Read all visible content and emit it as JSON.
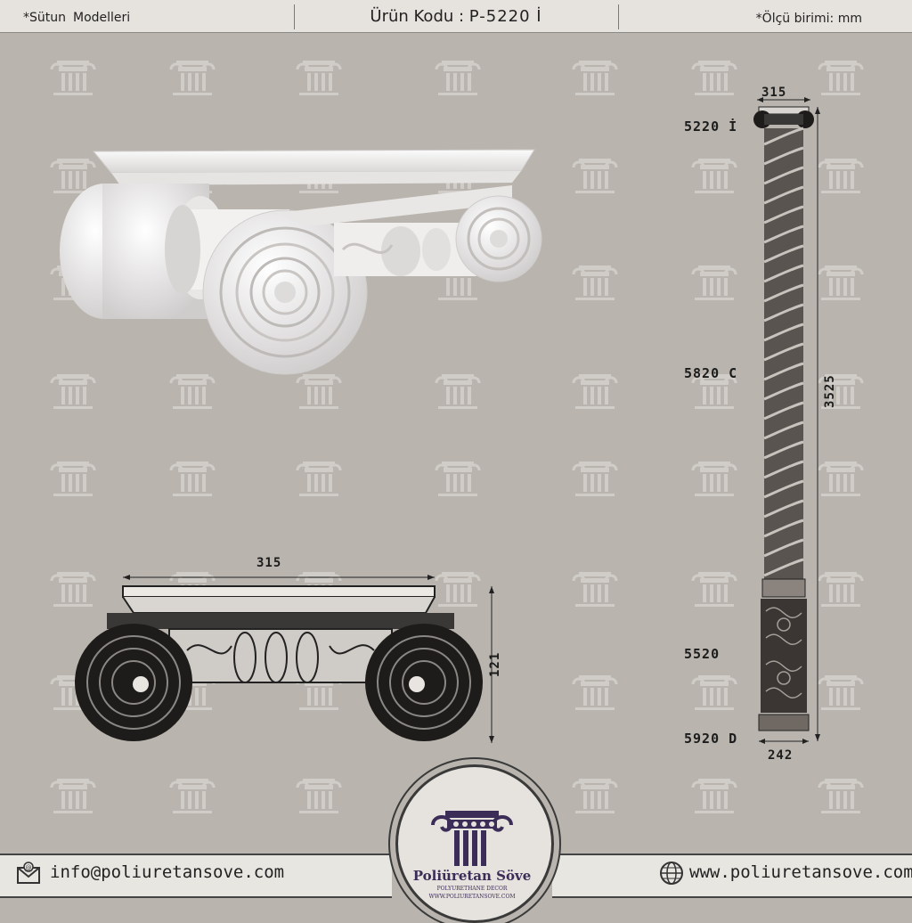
{
  "header": {
    "category_prefix": "*Sütun",
    "category_name": "Modelleri",
    "product_label": "Ürün Kodu :",
    "product_code": "P-5220 İ",
    "unit_note": "*Ölçü birimi: mm"
  },
  "column": {
    "top_width": "315",
    "bottom_width": "242",
    "height": "3525",
    "parts": [
      "5220 İ",
      "5820 C",
      "5520",
      "5920 D"
    ]
  },
  "drawing": {
    "width": "315",
    "height": "121"
  },
  "footer": {
    "email": "info@poliuretansove.com",
    "website": "www.poliuretansove.com",
    "brand": "Poliüretan Söve",
    "brand_sub": "POLYURETHANE DECOR",
    "brand_url": "WWW.POLIURETANSOVE.COM"
  },
  "colors": {
    "background": "#b9b5ae",
    "brand_purple": "#3b2d57"
  }
}
